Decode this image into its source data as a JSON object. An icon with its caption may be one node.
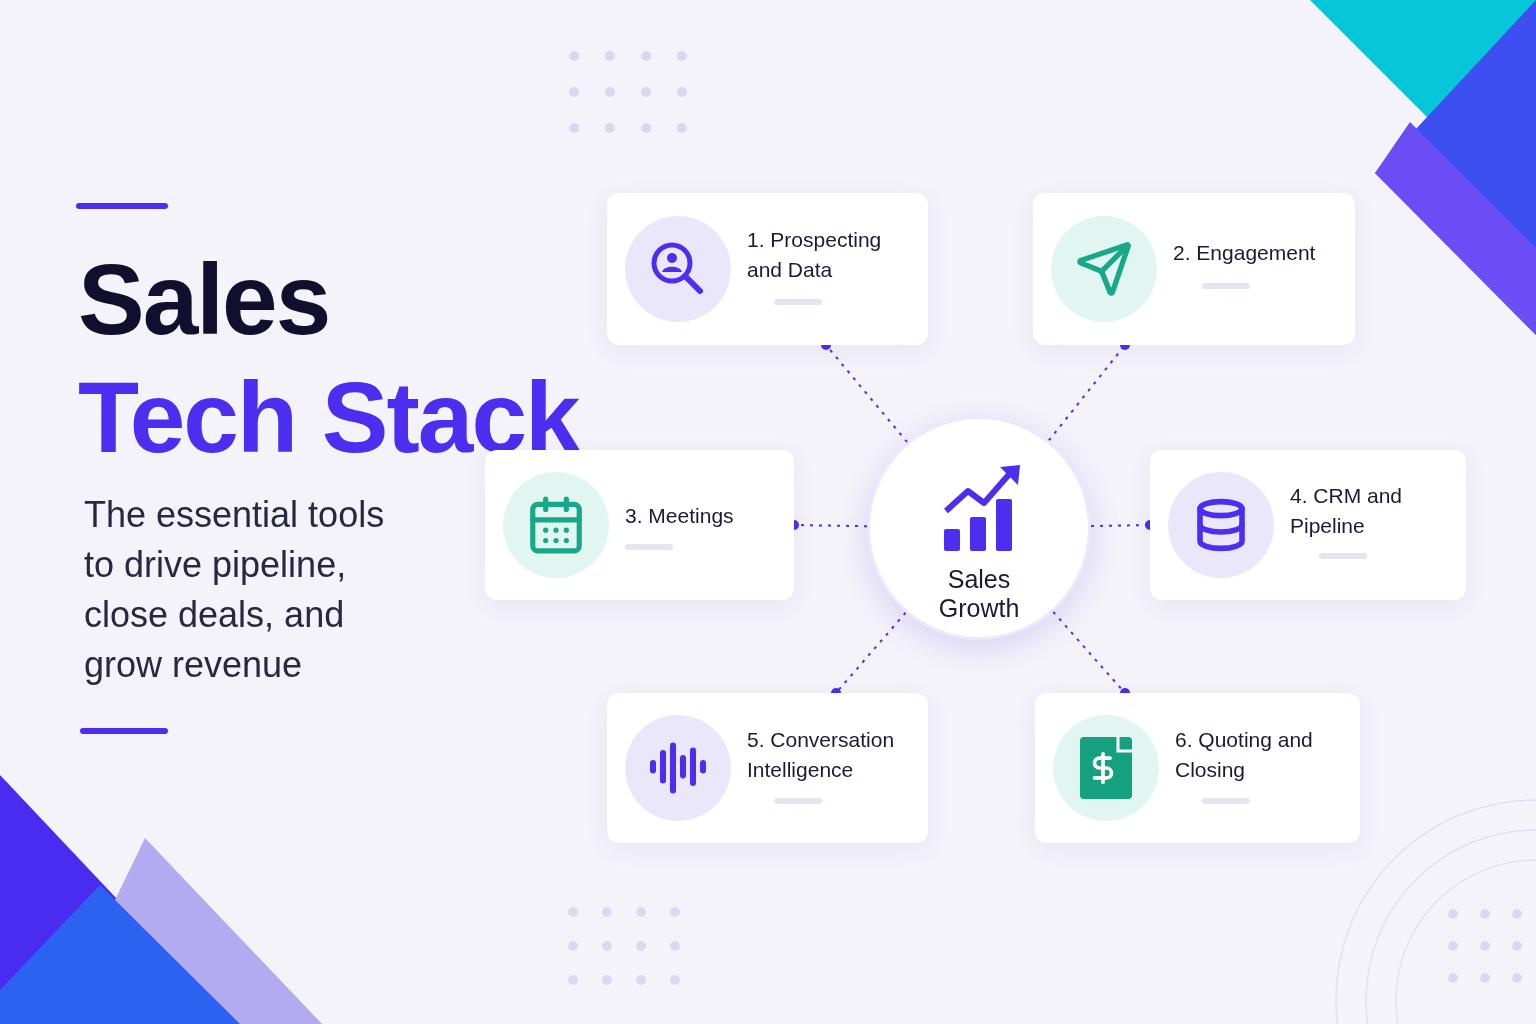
{
  "diagram": {
    "title": "Sales Tech Stack",
    "nodes": [
      {
        "text": [
          "1. Prospecting and Data"
        ]
      },
      {
        "text": [
          "2. Engagement"
        ]
      },
      {
        "text": [
          "3. Meetings"
        ]
      },
      {
        "text": [
          "Sales Growth"
        ]
      },
      {
        "text": [
          "4. CRM and Pipeline"
        ]
      },
      {
        "text": [
          "5. Conversation Intelligence"
        ]
      },
      {
        "text": [
          "6. Quoting and Closing"
        ]
      }
    ],
    "edges": [
      {
        "from": 3,
        "to": 0,
        "arrow": "other",
        "style": "dashed"
      },
      {
        "from": 3,
        "to": 1,
        "arrow": "other",
        "style": "dashed"
      },
      {
        "from": 3,
        "to": 2,
        "arrow": "other",
        "style": "dashed"
      },
      {
        "from": 3,
        "to": 4,
        "arrow": "other",
        "style": "dashed"
      },
      {
        "from": 3,
        "to": 5,
        "arrow": "other",
        "style": "dashed"
      },
      {
        "from": 3,
        "to": 6,
        "arrow": "other",
        "style": "dashed"
      }
    ],
    "labels": [
      "The essential tools to drive pipeline, close deals, and grow revenue"
    ]
  }
}
